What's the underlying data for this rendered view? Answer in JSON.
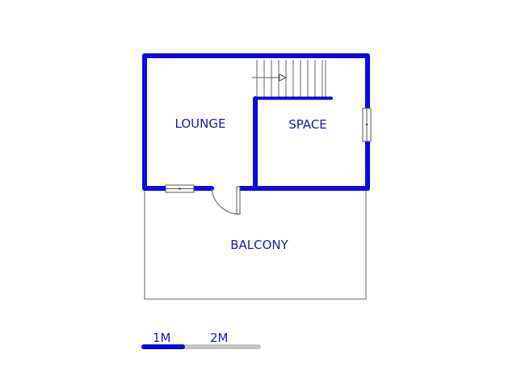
{
  "colors": {
    "wall": "#0a0adc",
    "label": "#1a1aa6",
    "scale_primary": "#0a0adc",
    "scale_secondary": "#c4c4c4",
    "thin_line": "#666666"
  },
  "rooms": {
    "lounge": "LOUNGE",
    "space": "SPACE",
    "balcony": "BALCONY"
  },
  "scale": {
    "mark_1": "1M",
    "mark_2": "2M"
  }
}
